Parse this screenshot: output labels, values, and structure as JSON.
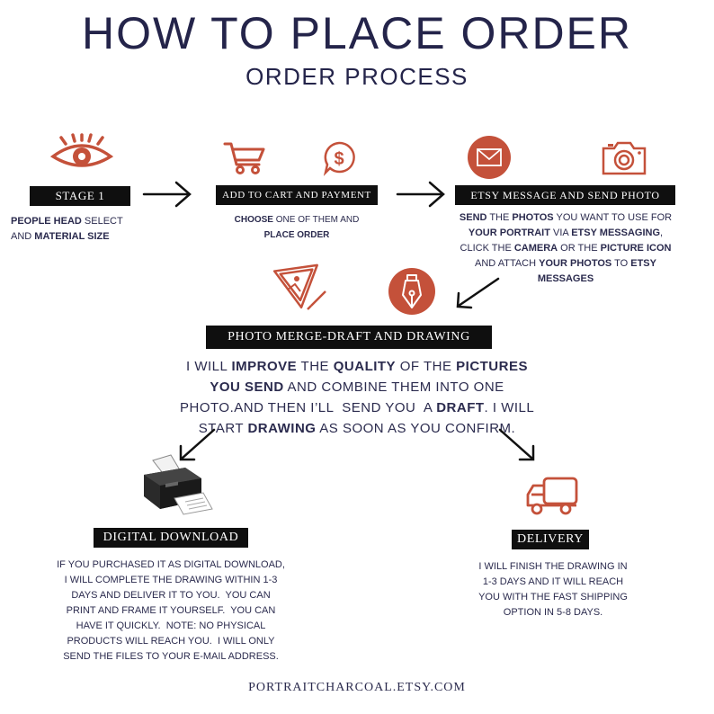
{
  "title": "HOW TO PLACE ORDER",
  "subtitle": "ORDER PROCESS",
  "stage1": {
    "label": "STAGE 1",
    "lines": [
      [
        {
          "t": "PEOPLE HEAD",
          "b": true
        },
        {
          "t": " SELECT",
          "b": false
        }
      ],
      [
        {
          "t": "AND ",
          "b": false
        },
        {
          "t": "MATERIAL SIZE",
          "b": true
        }
      ]
    ]
  },
  "stage2": {
    "label": "ADD TO CART AND PAYMENT",
    "lines": [
      [
        {
          "t": "CHOOSE",
          "b": true
        },
        {
          "t": " ONE OF THEM AND",
          "b": false
        }
      ],
      [
        {
          "t": "PLACE ORDER",
          "b": true
        }
      ]
    ]
  },
  "stage3": {
    "label": "ETSY MESSAGE AND SEND PHOTO",
    "lines": [
      [
        {
          "t": "SEND",
          "b": true
        },
        {
          "t": " THE ",
          "b": false
        },
        {
          "t": "PHOTOS",
          "b": true
        },
        {
          "t": " YOU WANT TO USE FOR",
          "b": false
        }
      ],
      [
        {
          "t": "YOUR PORTRAIT",
          "b": true
        },
        {
          "t": " VIA ",
          "b": false
        },
        {
          "t": "ETSY MESSAGING",
          "b": true
        },
        {
          "t": ",",
          "b": false
        }
      ],
      [
        {
          "t": "CLICK THE ",
          "b": false
        },
        {
          "t": "CAMERA",
          "b": true
        },
        {
          "t": " OR THE ",
          "b": false
        },
        {
          "t": "PICTURE ICON",
          "b": true
        }
      ],
      [
        {
          "t": "AND ATTACH ",
          "b": false
        },
        {
          "t": "YOUR PHOTOS",
          "b": true
        },
        {
          "t": " TO ",
          "b": false
        },
        {
          "t": "ETSY",
          "b": true
        }
      ],
      [
        {
          "t": "MESSAGES",
          "b": true
        }
      ]
    ]
  },
  "stage4": {
    "label": "PHOTO MERGE-DRAFT AND DRAWING",
    "lines": [
      [
        {
          "t": "I WILL ",
          "b": false
        },
        {
          "t": "IMPROVE",
          "b": true
        },
        {
          "t": " THE ",
          "b": false
        },
        {
          "t": "QUALITY",
          "b": true
        },
        {
          "t": " OF THE ",
          "b": false
        },
        {
          "t": "PICTURES",
          "b": true
        }
      ],
      [
        {
          "t": "YOU SEND",
          "b": true
        },
        {
          "t": " AND COMBINE THEM INTO ONE",
          "b": false
        }
      ],
      [
        {
          "t": "PHOTO.AND THEN I’LL  SEND YOU  A ",
          "b": false
        },
        {
          "t": "DRAFT",
          "b": true
        },
        {
          "t": ". I WILL",
          "b": false
        }
      ],
      [
        {
          "t": "START ",
          "b": false
        },
        {
          "t": "DRAWING",
          "b": true
        },
        {
          "t": " AS SOON AS YOU CONFIRM.",
          "b": false
        }
      ]
    ]
  },
  "digital": {
    "label": "DIGITAL DOWNLOAD",
    "lines": [
      "IF YOU PURCHASED IT AS DIGITAL DOWNLOAD,",
      "I WILL COMPLETE THE DRAWING WITHIN 1-3",
      "DAYS AND DELIVER IT TO YOU.  YOU CAN",
      "PRINT AND FRAME IT YOURSELF.  YOU CAN",
      "HAVE IT QUICKLY.  NOTE: NO PHYSICAL",
      "PRODUCTS WILL REACH YOU.  I WILL ONLY",
      "SEND THE FILES TO YOUR E-MAIL ADDRESS."
    ]
  },
  "delivery": {
    "label": "DELIVERY",
    "lines": [
      "I WILL FINISH THE DRAWING IN",
      "1-3 DAYS AND IT WILL REACH",
      "YOU WITH THE FAST SHIPPING",
      "OPTION IN 5-8 DAYS."
    ]
  },
  "footer": "PORTRAITCHARCOAL.ETSY.COM",
  "colors": {
    "accent": "#c4513a",
    "ink": "#24244a",
    "label_bg": "#0f0f0f"
  },
  "icons": [
    "eye-icon",
    "cart-icon",
    "dollar-icon",
    "mail-icon",
    "camera-icon",
    "drawing-icon",
    "pen-nib-icon",
    "printer-icon",
    "truck-icon",
    "arrow-icon"
  ]
}
